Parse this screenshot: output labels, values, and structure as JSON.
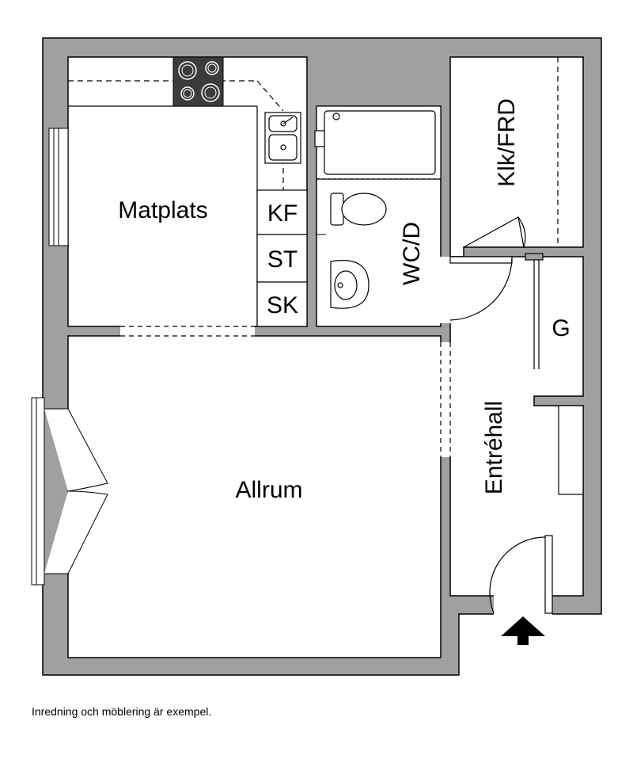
{
  "rooms": {
    "matplats": "Matplats",
    "allrum": "Allrum",
    "wcd": "WC/D",
    "klk_frd": "Klk/FRD",
    "entrehall": "Entréhall",
    "g": "G"
  },
  "appliances": {
    "kf": "KF",
    "st": "ST",
    "sk": "SK"
  },
  "footnote": "Inredning och möblering är exempel.",
  "colors": {
    "wall": "#a0a0a0",
    "line": "#000000",
    "floor": "#ffffff",
    "stove": "#3c3c3c"
  }
}
